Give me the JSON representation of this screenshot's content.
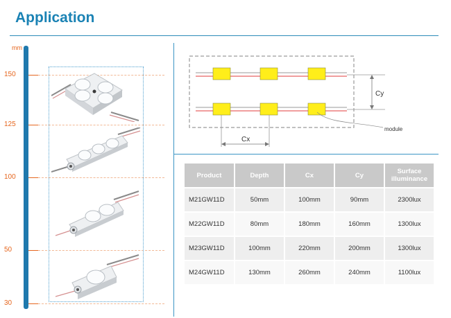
{
  "header": {
    "title": "Application"
  },
  "ruler": {
    "unit": "mm",
    "ticks": [
      {
        "label": "150",
        "value": 150
      },
      {
        "label": "125",
        "value": 125
      },
      {
        "label": "100",
        "value": 100
      },
      {
        "label": "50",
        "value": 50
      },
      {
        "label": "30",
        "value": 30
      }
    ]
  },
  "diagram": {
    "label_cy": "Cy",
    "label_cx": "Cx",
    "label_module": "module",
    "colors": {
      "module": "#ffee1a",
      "wire_red": "#e23b3b",
      "wire_gray": "#999999",
      "frame": "#9a9a9a"
    }
  },
  "table": {
    "headers": [
      "Product",
      "Depth",
      "Cx",
      "Cy",
      "Surface illuminance"
    ],
    "rows": [
      [
        "M21GW11D",
        "50mm",
        "100mm",
        "90mm",
        "2300lux"
      ],
      [
        "M22GW11D",
        "80mm",
        "180mm",
        "160mm",
        "1300lux"
      ],
      [
        "M23GW11D",
        "100mm",
        "220mm",
        "200mm",
        "1300lux"
      ],
      [
        "M24GW11D",
        "130mm",
        "260mm",
        "240mm",
        "1100lux"
      ]
    ]
  },
  "colors": {
    "accent": "#1a82b4",
    "ruler": "#1f79ad",
    "orange": "#e6661e"
  }
}
